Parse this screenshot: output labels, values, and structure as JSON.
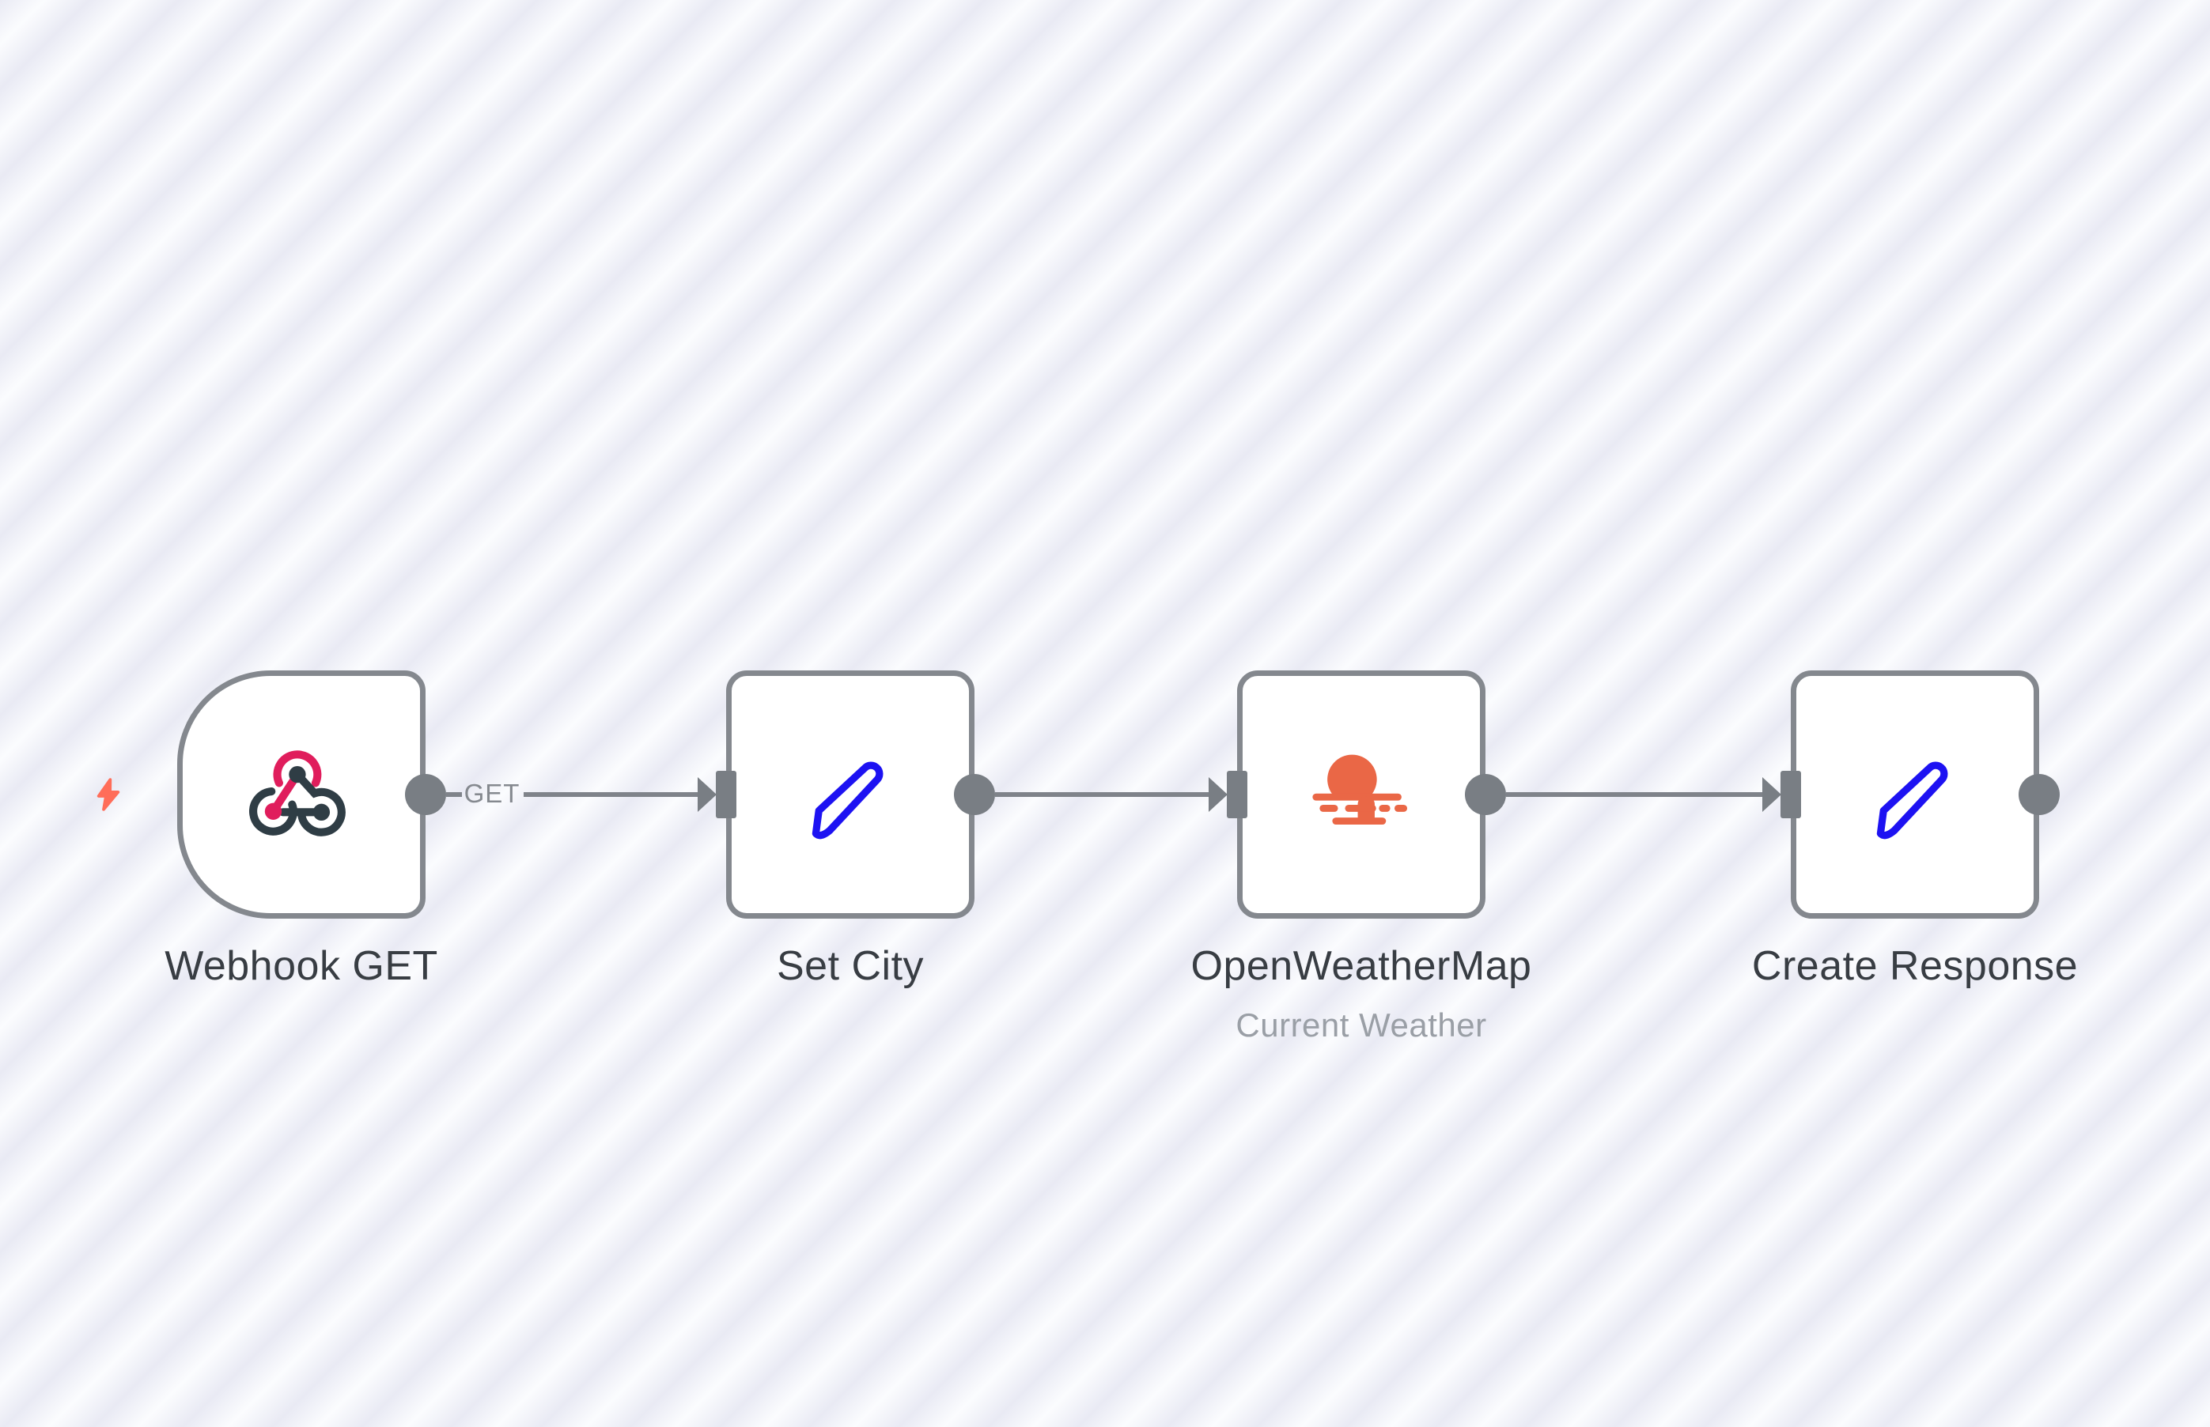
{
  "workflow": {
    "nodes": [
      {
        "label": "Webhook GET",
        "shape": "trigger",
        "icon": "webhook-icon"
      },
      {
        "label": "Set City",
        "shape": "square",
        "icon": "pen-icon"
      },
      {
        "label": "OpenWeatherMap",
        "subtitle": "Current Weather",
        "shape": "square",
        "icon": "sunset-icon"
      },
      {
        "label": "Create Response",
        "shape": "square",
        "icon": "pen-icon"
      }
    ],
    "connections": [
      {
        "from": "Webhook GET",
        "to": "Set City",
        "label": "GET"
      },
      {
        "from": "Set City",
        "to": "OpenWeatherMap",
        "label": ""
      },
      {
        "from": "OpenWeatherMap",
        "to": "Create Response",
        "label": ""
      }
    ],
    "trigger_indicator": "lightning-bolt-icon"
  },
  "colors": {
    "canvas_stripe_dark": "#e9eaf4",
    "canvas_stripe_light": "#fbfcfe",
    "node_fill": "#ffffff",
    "node_border": "#84888e",
    "connector_gray": "#797e84",
    "label_text": "#383d43",
    "subtitle_text": "#9a9fa6",
    "connection_label_text": "#85898f",
    "webhook_pink": "#e01d5c",
    "webhook_dark": "#2f3d45",
    "pen_blue": "#1d12f2",
    "sunset_orange": "#ea6746",
    "bolt_coral": "#ff6d59"
  }
}
